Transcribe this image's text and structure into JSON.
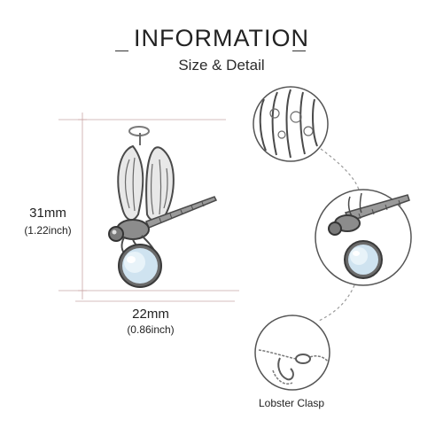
{
  "header": {
    "title": "INFORMATION",
    "subtitle": "Size & Detail"
  },
  "dimensions": {
    "height_mm": "31mm",
    "height_in": "(1.22inch)",
    "width_mm": "22mm",
    "width_in": "(0.86inch)"
  },
  "details": {
    "clasp_caption": "Lobster Clasp"
  },
  "colors": {
    "silver": "#8c8c8c",
    "silver_dark": "#4a4a4a",
    "moonstone": "#cfe3f0",
    "dim_line": "#c9a6a6"
  }
}
